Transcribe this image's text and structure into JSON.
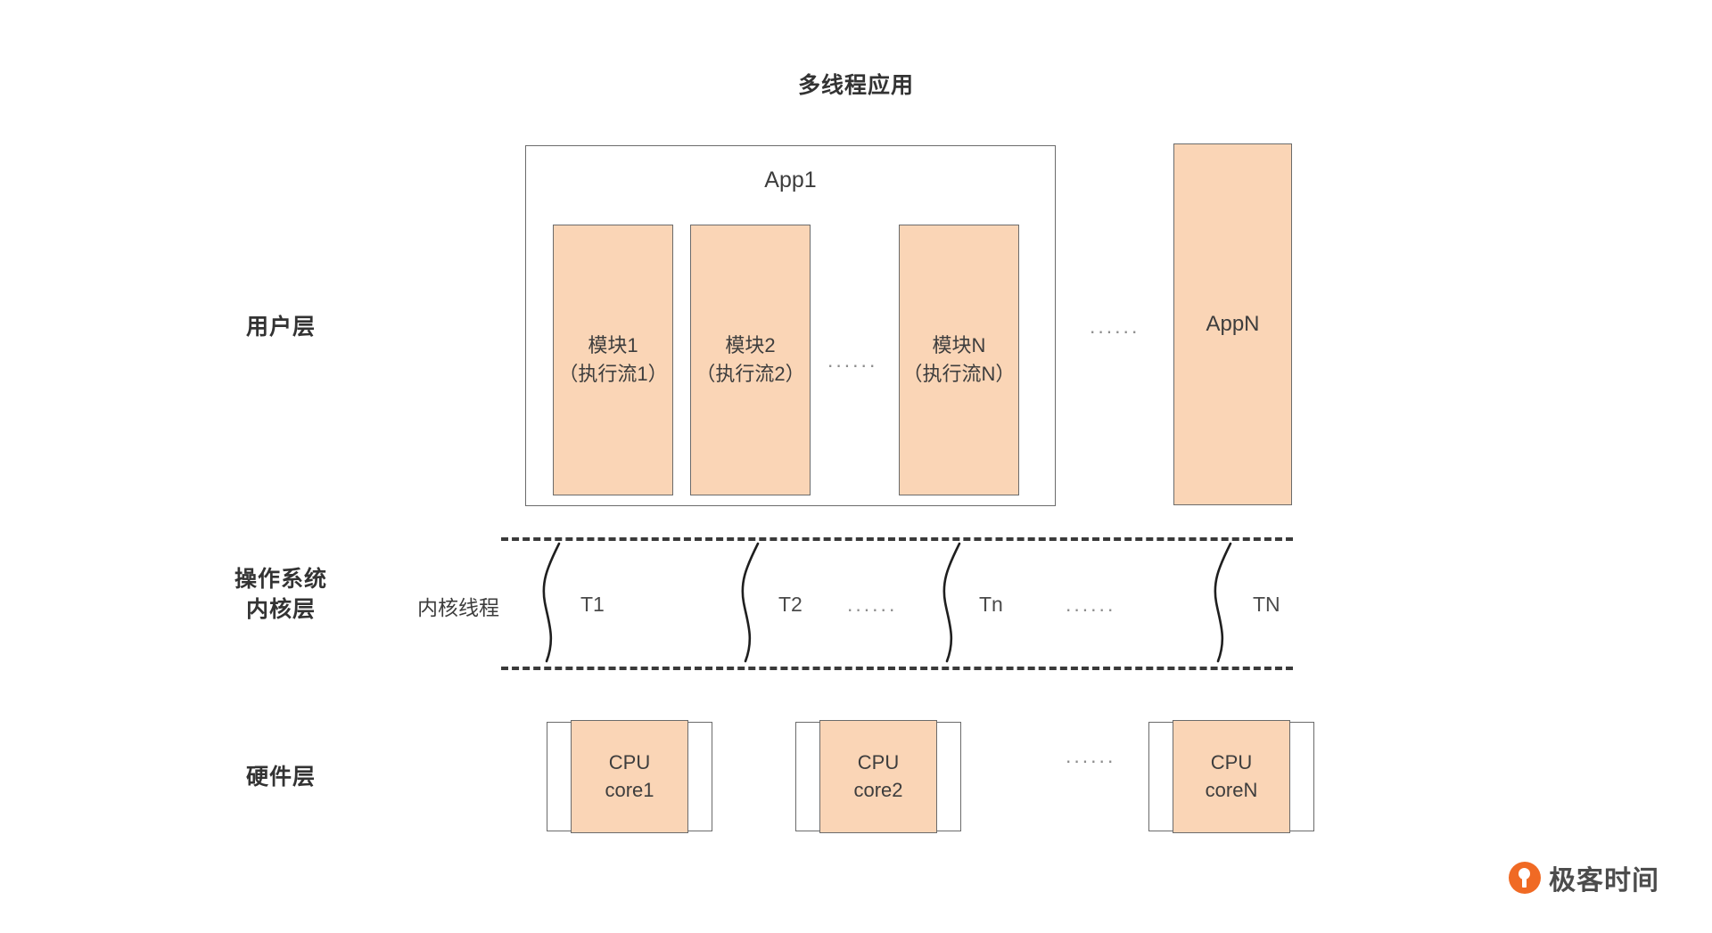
{
  "diagram": {
    "title": "多线程应用",
    "layers": [
      {
        "id": "user",
        "label": "用户层"
      },
      {
        "id": "os",
        "label": "操作系统\n内核层",
        "line1": "操作系统",
        "line2": "内核层"
      },
      {
        "id": "hardware",
        "label": "硬件层"
      }
    ],
    "user_layer": {
      "app1": {
        "title": "App1",
        "modules": [
          {
            "line1": "模块1",
            "line2": "（执行流1）"
          },
          {
            "line1": "模块2",
            "line2": "（执行流2）"
          },
          {
            "line1": "模块N",
            "line2": "（执行流N）"
          }
        ],
        "module_ellipsis": "......"
      },
      "apps_ellipsis": "......",
      "appN": {
        "label": "AppN"
      }
    },
    "kernel_layer": {
      "side_label": "内核线程",
      "threads": [
        {
          "label": "T1"
        },
        {
          "label": "T2"
        },
        {
          "label": "Tn"
        },
        {
          "label": "TN"
        }
      ],
      "ellipsis_1": "......",
      "ellipsis_2": "......"
    },
    "hardware_layer": {
      "cores": [
        {
          "line1": "CPU",
          "line2": "core1"
        },
        {
          "line1": "CPU",
          "line2": "core2"
        },
        {
          "line1": "CPU",
          "line2": "coreN"
        }
      ],
      "ellipsis": "......"
    },
    "watermark": {
      "text": "极客时间",
      "mark": "geektime-logo-icon"
    },
    "colors": {
      "fill_orange": "#fad5b6",
      "stroke_gray": "#6b6b6b",
      "text_dark": "#333333",
      "dash_dark": "#3a3a3a",
      "brand_orange": "#f06a24",
      "background": "#ffffff"
    }
  }
}
